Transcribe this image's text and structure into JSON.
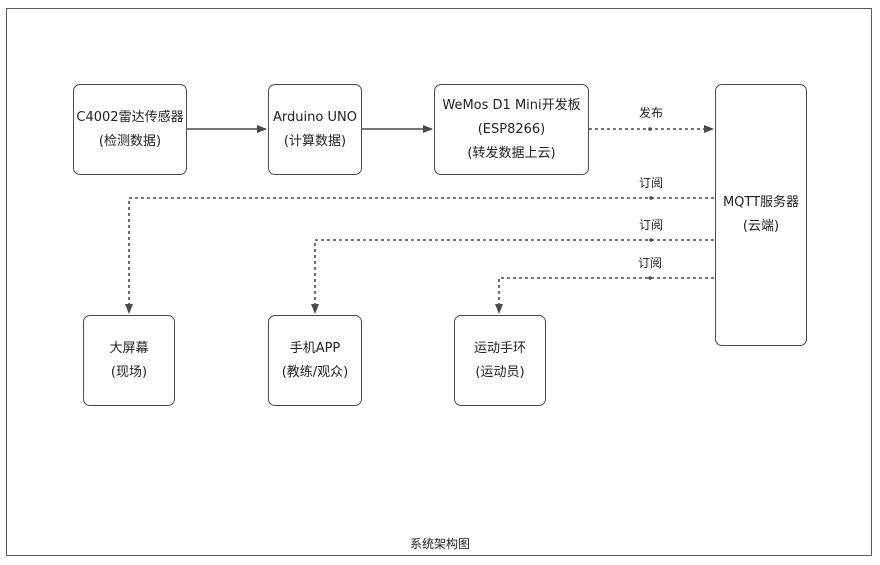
{
  "nodes": {
    "radar": {
      "line1": "C4002雷达传感器",
      "line2": "(检测数据)"
    },
    "arduino": {
      "line1": "Arduino UNO",
      "line2": "(计算数据)"
    },
    "wemos": {
      "line1": "WeMos D1 Mini开发板",
      "line2": "(ESP8266)",
      "line3": "(转发数据上云)"
    },
    "mqtt": {
      "line1": "MQTT服务器",
      "line2": "(云端)"
    },
    "screen": {
      "line1": "大屏幕",
      "line2": "(现场)"
    },
    "phone": {
      "line1": "手机APP",
      "line2": "(教练/观众)"
    },
    "band": {
      "line1": "运动手环",
      "line2": "(运动员)"
    }
  },
  "edges": {
    "publish": "发布",
    "subscribe_screen": "订阅",
    "subscribe_phone": "订阅",
    "subscribe_band": "订阅"
  },
  "caption": "系统架构图",
  "colors": {
    "line": "#4a4a4a",
    "border": "#4a4a4a"
  }
}
